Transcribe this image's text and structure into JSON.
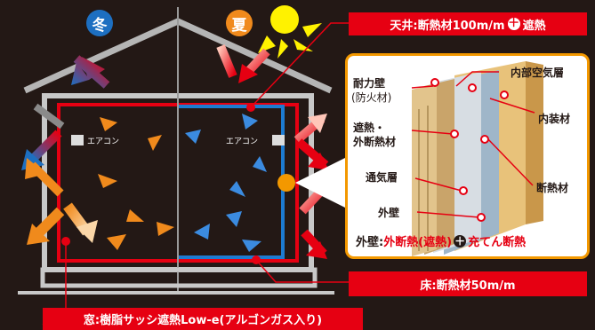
{
  "seasons": {
    "winter": "冬",
    "summer": "夏"
  },
  "callouts": {
    "ceiling_prefix": "天井:断熱材100m/m",
    "ceiling_plus": "＋",
    "ceiling_suffix": "遮熱",
    "floor": "床:断熱材50m/m",
    "window": "窓:樹脂サッシ遮熱Low-e(アルゴンガス入り)"
  },
  "aircon": {
    "left": "エアコン",
    "right": "エアコン"
  },
  "wall_detail": {
    "labels": {
      "bearing_wall_line1": "耐力壁",
      "bearing_wall_line2": "(防火材)",
      "inner_air": "内部空気層",
      "interior": "内装材",
      "shield_line1": "遮熱・",
      "shield_line2": "外断熱材",
      "ventilation": "通気層",
      "insulation": "断熱材",
      "outer_wall": "外壁"
    },
    "caption_prefix": "外壁:",
    "caption_outer": "外断熱(遮熱)",
    "caption_plus": "＋",
    "caption_fill": "充てん断熱"
  },
  "colors": {
    "background": "#231815",
    "red": "#e60012",
    "blue": "#1d7bd1",
    "orange": "#f39800",
    "winter": "#1d6fc1",
    "summer": "#f08a1c"
  }
}
